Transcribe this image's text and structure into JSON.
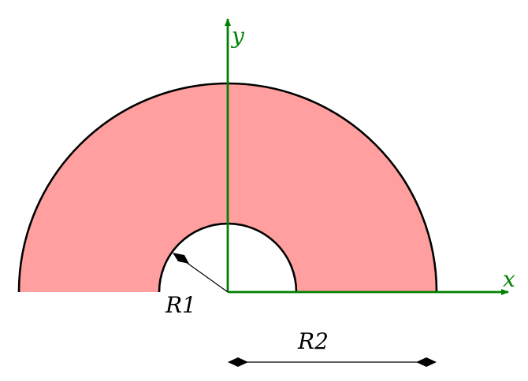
{
  "labels": {
    "x_axis": "x",
    "y_axis": "y",
    "inner_radius": "R1",
    "outer_radius": "R2"
  },
  "colors": {
    "ring_fill": "#ff9f9f",
    "axis": "#008000",
    "outline": "#000000",
    "background": "#ffffff"
  }
}
